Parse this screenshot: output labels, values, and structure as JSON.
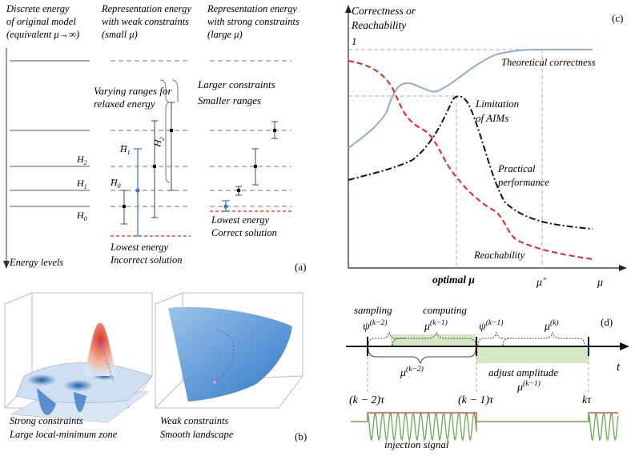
{
  "panel_a": {
    "col1_l1": "Discrete energy",
    "col1_l2": "of original model",
    "col1_l3": "(equivalent μ→∞)",
    "col2_l1": "Representation energy",
    "col2_l2": "with weak constraints",
    "col2_l3": "(small μ)",
    "col3_l1": "Representation energy",
    "col3_l2": "with strong constraints",
    "col3_l3": "(large μ)",
    "varying_l1": "Varying ranges for",
    "varying_l2": "relaxed energy",
    "larger_l1": "Larger constraints",
    "larger_l2": "Smaller ranges",
    "h2": "H",
    "h1": "H",
    "h0": "H",
    "h2_sub": "2",
    "h1_sub": "1",
    "h0_sub": "0",
    "ht1": "H",
    "ht1_sub": "1",
    "ht0": "H",
    "ht0_sub": "0",
    "ht2": "H",
    "ht2_sub": "2",
    "energy_levels": "Energy levels",
    "weak_bottom_l1": "Lowest energy",
    "weak_bottom_l2": "Incorrect solution",
    "strong_bottom_l1": "Lowest energy",
    "strong_bottom_l2": "Correct solution",
    "label": "(a)"
  },
  "panel_b": {
    "left_l1": "Strong constraints",
    "left_l2": "Large local-minimum zone",
    "right_l1": "Weak constraints",
    "right_l2": "Smooth landscape",
    "label": "(b)"
  },
  "panel_c": {
    "ylabel_l1": "Correctness or",
    "ylabel_l2": "Reachability",
    "y_one": "1",
    "theoretical": "Theoretical correctness",
    "limitation_l1": "Limitation",
    "limitation_l2": "of AIMs",
    "practical_l1": "Practical",
    "practical_l2": "performance",
    "reachability": "Reachability",
    "optimal": "optimal μ",
    "mu_hat": "μ̂",
    "mu": "μ",
    "label": "(c)"
  },
  "panel_d": {
    "sampling": "sampling",
    "computing": "computing",
    "psi_k2": "ψ",
    "psi_k2_sup": "(k−2)",
    "mu_k1": "μ",
    "mu_k1_sup": "(k−1)",
    "psi_k1": "ψ",
    "psi_k1_sup": "(k−1)",
    "mu_k": "μ",
    "mu_k_sup": "(k)",
    "mu_k2_below": "μ",
    "mu_k2_below_sup": "(k−2)",
    "adjust": "adjust amplitude",
    "mu_k1_below": "μ",
    "mu_k1_below_sup": "(k−1)",
    "t": "t",
    "tick1": "(k − 2)τ",
    "tick2": "(k − 1)τ",
    "tick3": "kτ",
    "injection": "injection signal",
    "label": "(d)"
  },
  "colors": {
    "red": "#e8231e",
    "blue": "#3a6fd8",
    "lightblue": "#8fa9d8",
    "green": "#6aa84f",
    "greenfill": "#d5e8c4",
    "gray": "#888888"
  }
}
